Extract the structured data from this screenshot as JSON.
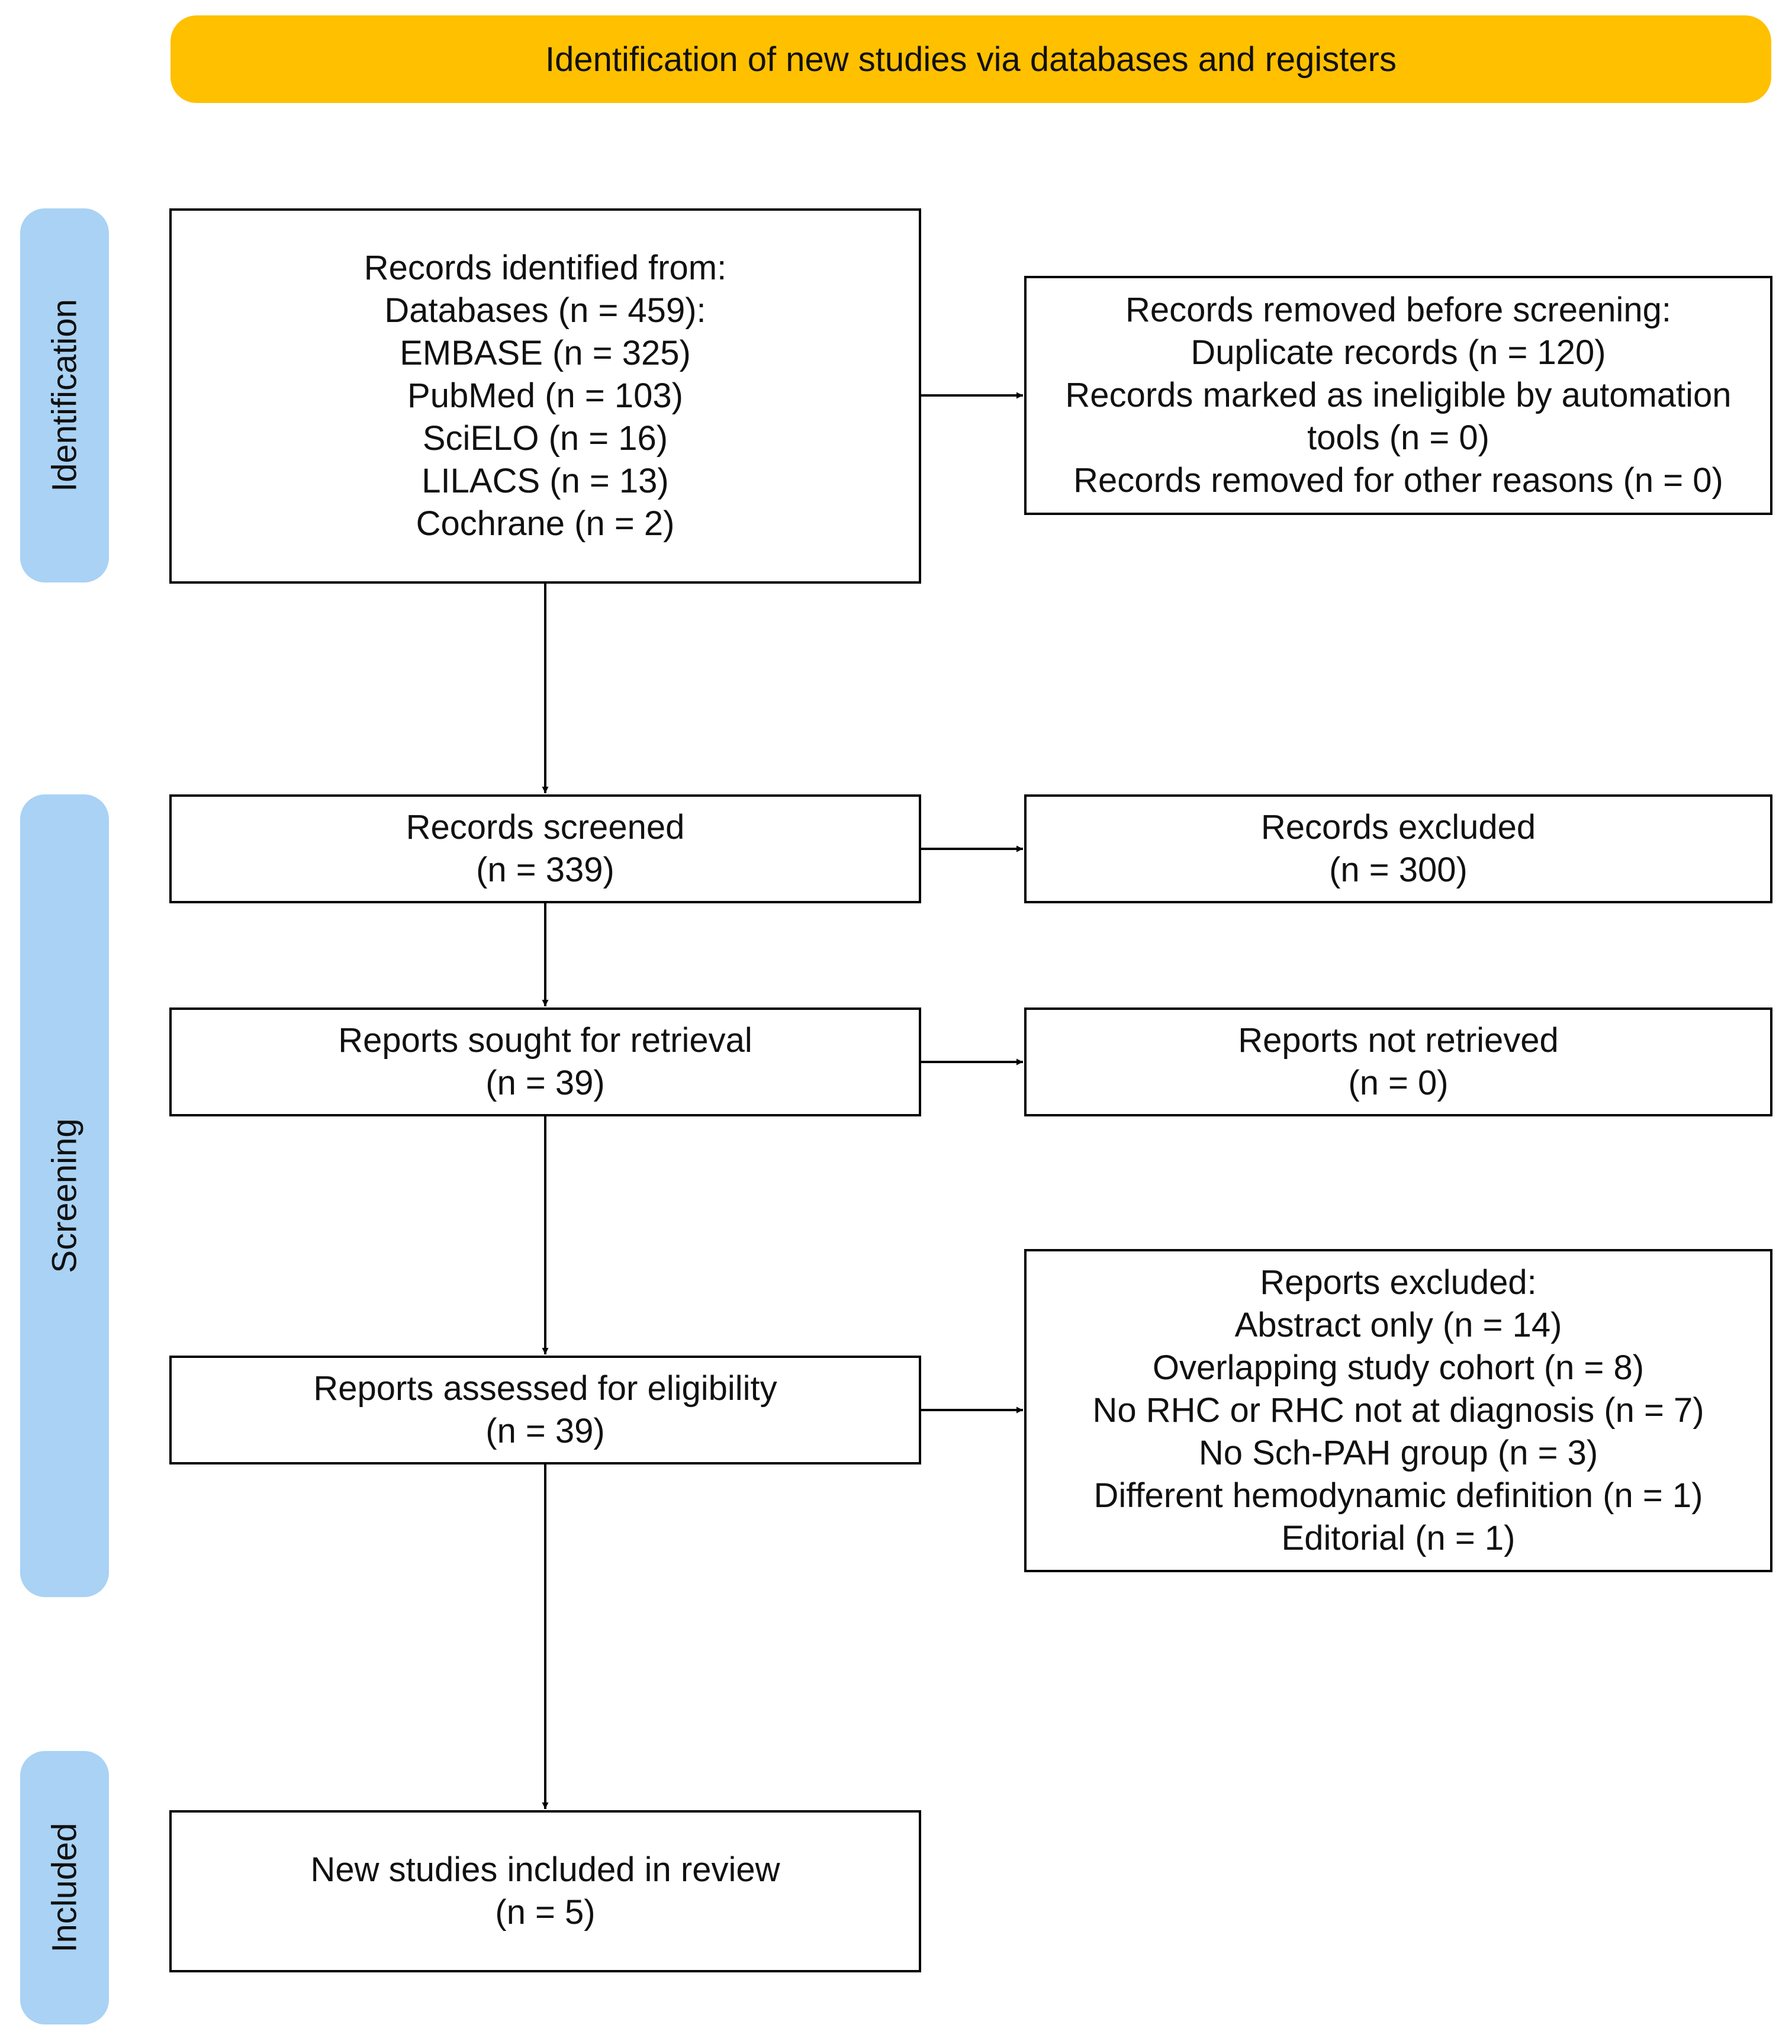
{
  "banner": {
    "title": "Identification of new studies via databases and registers",
    "color": "#FFC000"
  },
  "stages": {
    "identification": "Identification",
    "screening": "Screening",
    "included": "Included",
    "color": "#A9D2F4"
  },
  "boxes": {
    "records_identified": {
      "lines": [
        "Records identified from:",
        "Databases (n = 459):",
        "EMBASE (n = 325)",
        "PubMed (n = 103)",
        "SciELO (n = 16)",
        "LILACS (n = 13)",
        "Cochrane (n = 2)"
      ]
    },
    "records_removed": {
      "lines": [
        "Records removed before screening:",
        "Duplicate records (n = 120)",
        "Records marked as ineligible by automation",
        "tools (n = 0)",
        "Records removed for other reasons (n = 0)"
      ]
    },
    "records_screened": {
      "lines": [
        "Records screened",
        "(n = 339)"
      ]
    },
    "records_excluded": {
      "lines": [
        "Records excluded",
        "(n = 300)"
      ]
    },
    "reports_sought": {
      "lines": [
        "Reports sought for retrieval",
        "(n = 39)"
      ]
    },
    "reports_not_retrieved": {
      "lines": [
        "Reports not retrieved",
        "(n = 0)"
      ]
    },
    "reports_assessed": {
      "lines": [
        "Reports assessed for eligibility",
        "(n = 39)"
      ]
    },
    "reports_excluded": {
      "lines": [
        "Reports excluded:",
        "Abstract only (n = 14)",
        "Overlapping study cohort (n = 8)",
        "No RHC or RHC not at diagnosis (n = 7)",
        "No Sch-PAH group (n = 3)",
        "Different hemodynamic definition (n = 1)",
        "Editorial (n = 1)"
      ]
    },
    "included": {
      "lines": [
        "New studies included in review",
        "(n = 5)"
      ]
    }
  }
}
